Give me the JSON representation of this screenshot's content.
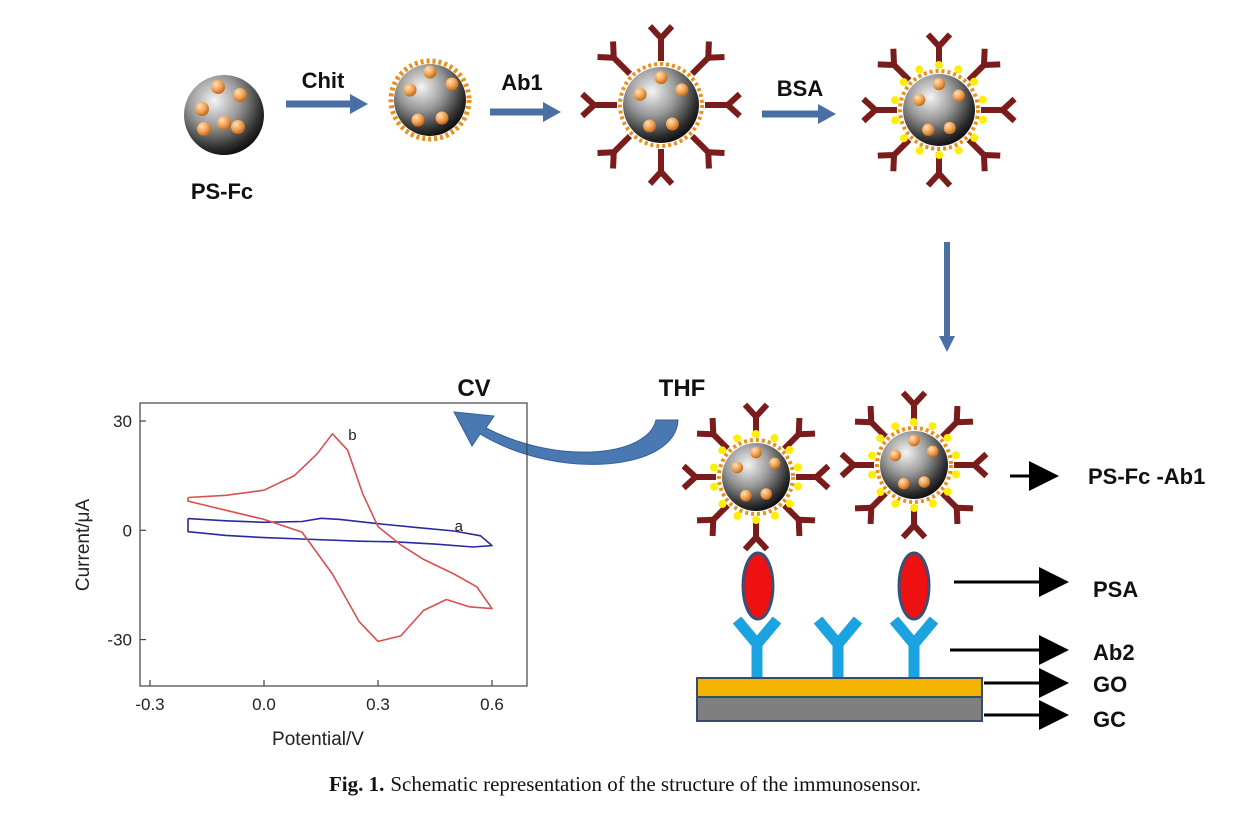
{
  "labels": {
    "ps_fc": "PS-Fc",
    "chit": "Chit",
    "ab1": "Ab1",
    "bsa": "BSA",
    "cv": "CV",
    "thf": "THF",
    "ps_fc_ab1": "PS-Fc -Ab1",
    "psa": "PSA",
    "ab2": "Ab2",
    "go": "GO",
    "gc": "GC"
  },
  "caption": {
    "number": "Fig. 1.",
    "text": "Schematic representation of the structure of the immunosensor."
  },
  "colors": {
    "antibody": "#7a1c1c",
    "fc_dot": "#f0a050",
    "chitosan": "#e8901a",
    "bsa": "#ffee00",
    "psa": "#ee1111",
    "ab2": "#1aa3e0",
    "go": "#f2b400",
    "gc": "#7f7f7f",
    "arrow": "#4a6fa5",
    "curve_a": "#2a2aa0",
    "curve_b": "#d85050"
  },
  "chart_data": {
    "type": "line",
    "xlabel": "Potential/V",
    "ylabel": "Current/μA",
    "xlim": [
      -0.3,
      0.6
    ],
    "ylim": [
      -40,
      30
    ],
    "xticks": [
      "-0.3",
      "0.0",
      "0.3",
      "0.6"
    ],
    "yticks": [
      "30",
      "0",
      "-30"
    ],
    "series": [
      {
        "name": "a",
        "points": [
          [
            -0.2,
            3.2
          ],
          [
            -0.1,
            2.6
          ],
          [
            0.0,
            2.2
          ],
          [
            0.1,
            2.4
          ],
          [
            0.15,
            3.3
          ],
          [
            0.2,
            3.0
          ],
          [
            0.3,
            1.8
          ],
          [
            0.4,
            0.8
          ],
          [
            0.5,
            -0.2
          ],
          [
            0.57,
            -1.5
          ],
          [
            0.6,
            -4.2
          ],
          [
            0.55,
            -4.6
          ],
          [
            0.45,
            -3.8
          ],
          [
            0.35,
            -3.2
          ],
          [
            0.25,
            -3.0
          ],
          [
            0.1,
            -2.4
          ],
          [
            0.0,
            -2.0
          ],
          [
            -0.1,
            -1.4
          ],
          [
            -0.2,
            -0.4
          ],
          [
            -0.2,
            3.2
          ]
        ]
      },
      {
        "name": "b",
        "points": [
          [
            -0.2,
            9
          ],
          [
            -0.1,
            9.6
          ],
          [
            0.0,
            11
          ],
          [
            0.08,
            15
          ],
          [
            0.14,
            21
          ],
          [
            0.18,
            26.5
          ],
          [
            0.22,
            22
          ],
          [
            0.26,
            10
          ],
          [
            0.3,
            1
          ],
          [
            0.36,
            -4
          ],
          [
            0.42,
            -8
          ],
          [
            0.5,
            -12
          ],
          [
            0.56,
            -15.5
          ],
          [
            0.6,
            -21.5
          ],
          [
            0.54,
            -21
          ],
          [
            0.48,
            -19
          ],
          [
            0.42,
            -22
          ],
          [
            0.36,
            -29
          ],
          [
            0.3,
            -30.5
          ],
          [
            0.25,
            -25
          ],
          [
            0.18,
            -12
          ],
          [
            0.1,
            -0.5
          ],
          [
            0.0,
            3
          ],
          [
            -0.1,
            5.5
          ],
          [
            -0.2,
            8
          ],
          [
            -0.2,
            9
          ]
        ]
      }
    ]
  }
}
